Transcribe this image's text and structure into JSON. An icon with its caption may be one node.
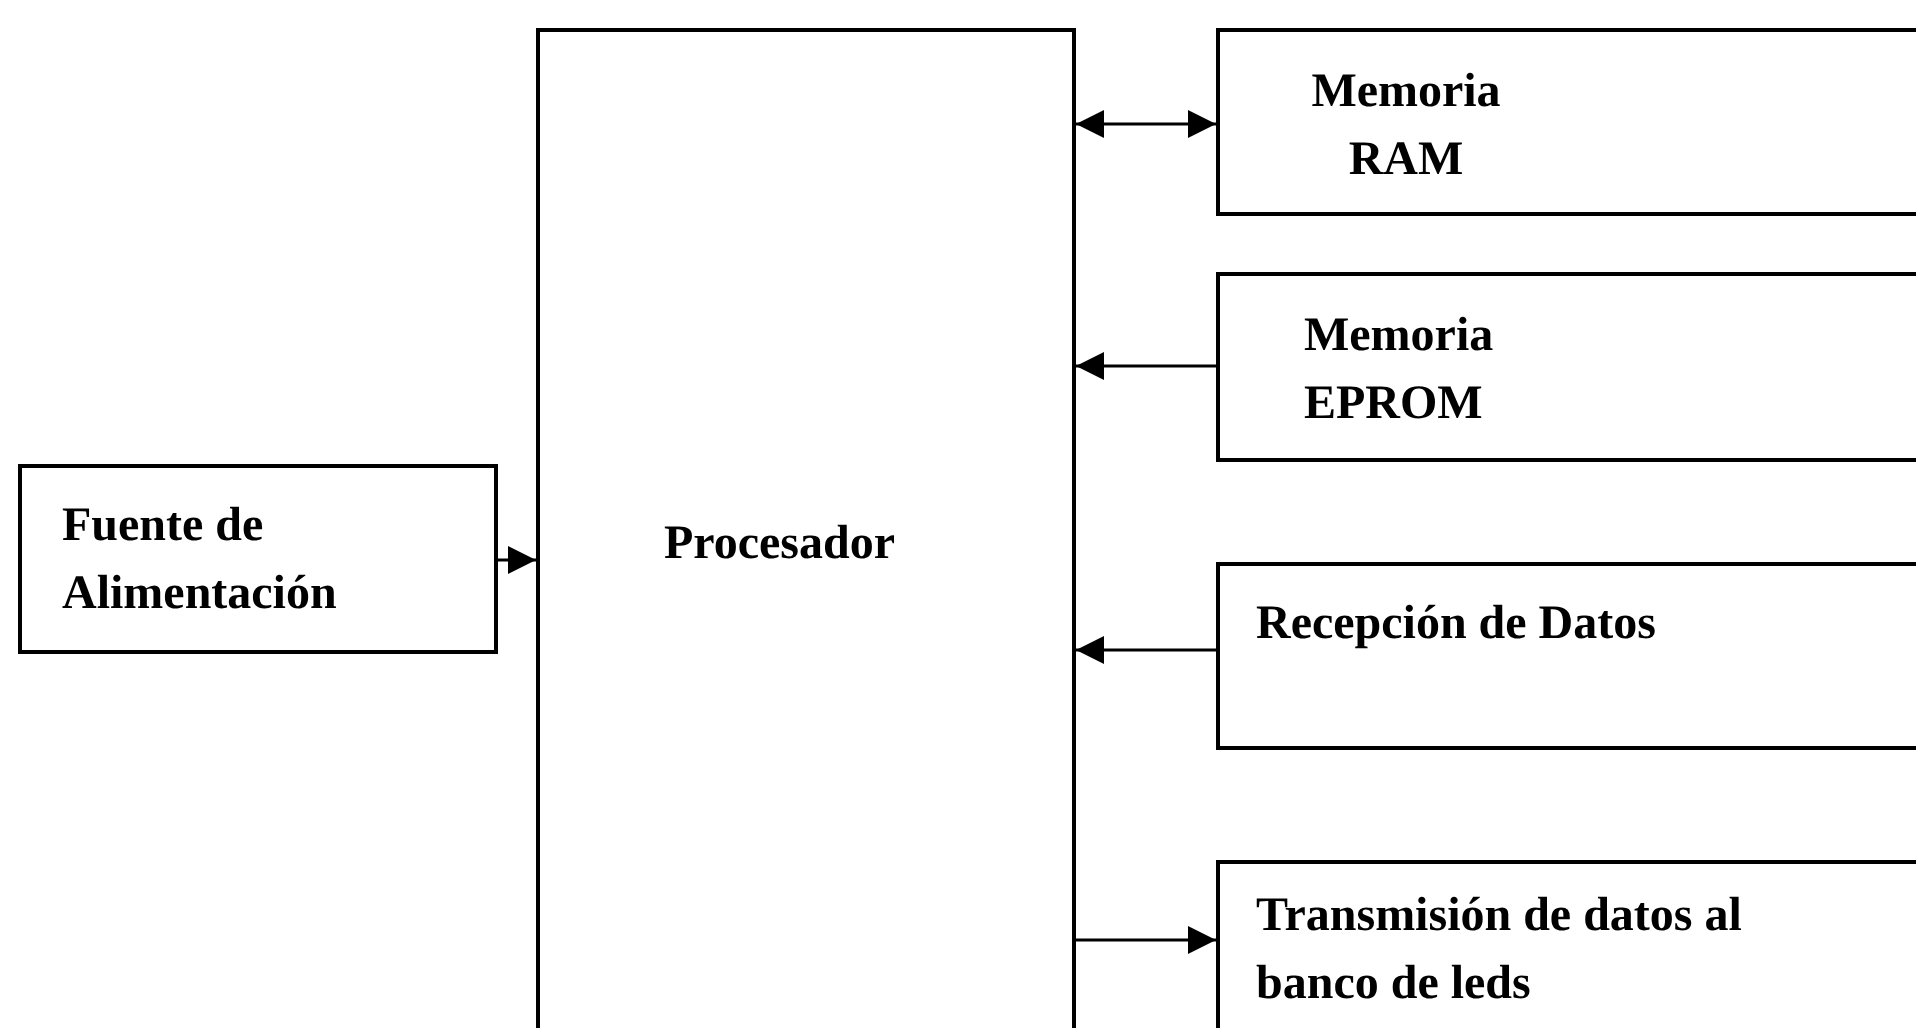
{
  "diagram": {
    "nodes": [
      {
        "text": [
          "Fuente de Alimentación"
        ]
      },
      {
        "text": [
          "Procesador"
        ]
      },
      {
        "text": [
          "Memoria RAM"
        ]
      },
      {
        "text": [
          "Memoria EPROM"
        ]
      },
      {
        "text": [
          "Recepción de Datos"
        ]
      },
      {
        "text": [
          "Transmisión de datos al banco de leds"
        ]
      }
    ],
    "edges": [
      {
        "from": 0,
        "to": 1,
        "arrow": "to"
      },
      {
        "from": 1,
        "to": 2,
        "arrow": "both"
      },
      {
        "from": 3,
        "to": 1,
        "arrow": "to"
      },
      {
        "from": 4,
        "to": 1,
        "arrow": "to"
      },
      {
        "from": 1,
        "to": 5,
        "arrow": "to"
      }
    ]
  }
}
